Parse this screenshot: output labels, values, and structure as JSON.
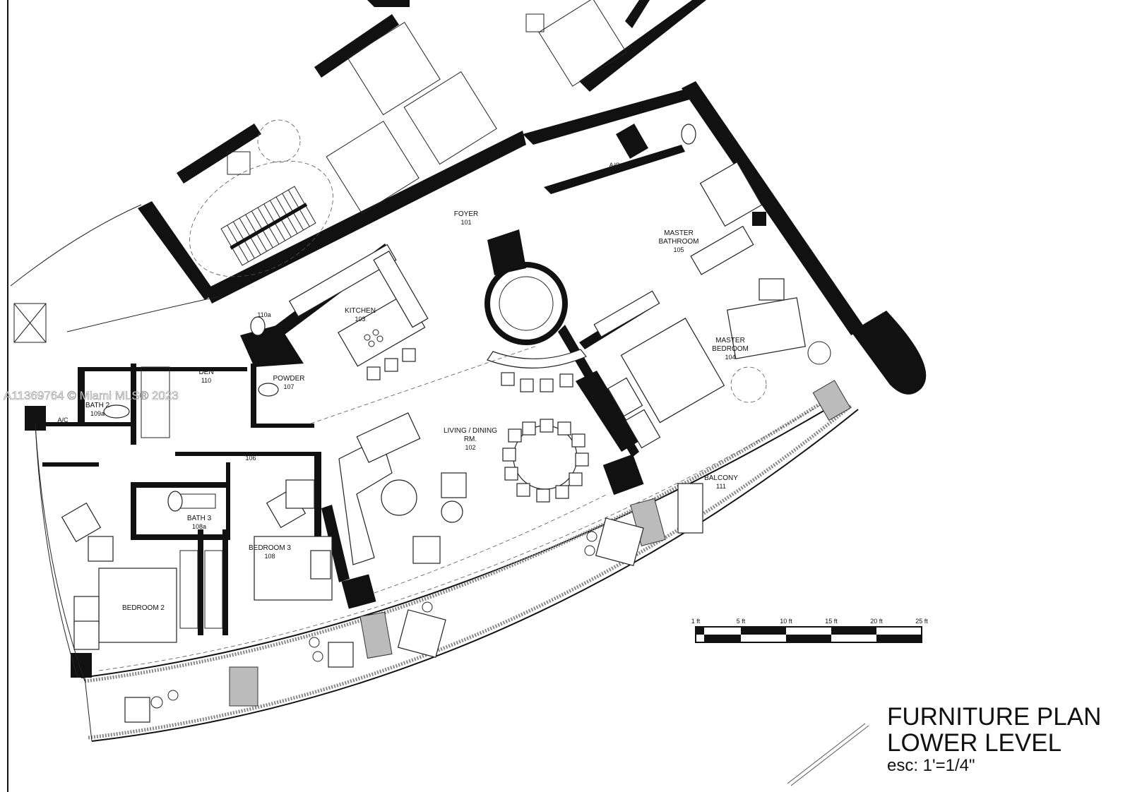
{
  "rooms": {
    "foyer": {
      "name": "FOYER",
      "number": "101"
    },
    "living": {
      "name": "LIVING / DINING",
      "name2": "RM.",
      "number": "102"
    },
    "kitchen": {
      "name": "KITCHEN",
      "number": "103"
    },
    "master_bedroom": {
      "name": "MASTER",
      "name2": "BEDROOM",
      "number": "104"
    },
    "master_bathroom": {
      "name": "MASTER",
      "name2": "BATHROOM",
      "number": "105"
    },
    "hall": {
      "number": "106"
    },
    "powder": {
      "name": "POWDER",
      "number": "107"
    },
    "bedroom3": {
      "name": "BEDROOM 3",
      "number": "108"
    },
    "bath3": {
      "name": "BATH 3",
      "number": "108a"
    },
    "bath2": {
      "name": "BATH 2",
      "number": "109a"
    },
    "den": {
      "name": "DEN",
      "number": "110"
    },
    "closet_110a": {
      "number": "110a"
    },
    "balcony": {
      "name": "BALCONY",
      "number": "111"
    },
    "bedroom2": {
      "name": "BEDROOM 2"
    },
    "ac_label": "A/C"
  },
  "scale_bar": {
    "ticks": [
      "1 ft",
      "5 ft",
      "10 ft",
      "15 ft",
      "20 ft",
      "25 ft"
    ]
  },
  "title_block": {
    "line1": "FURNITURE PLAN",
    "line2": "LOWER LEVEL",
    "line3": "esc: 1'=1/4\""
  },
  "watermark": "A11369764 © Miami MLS® 2023"
}
